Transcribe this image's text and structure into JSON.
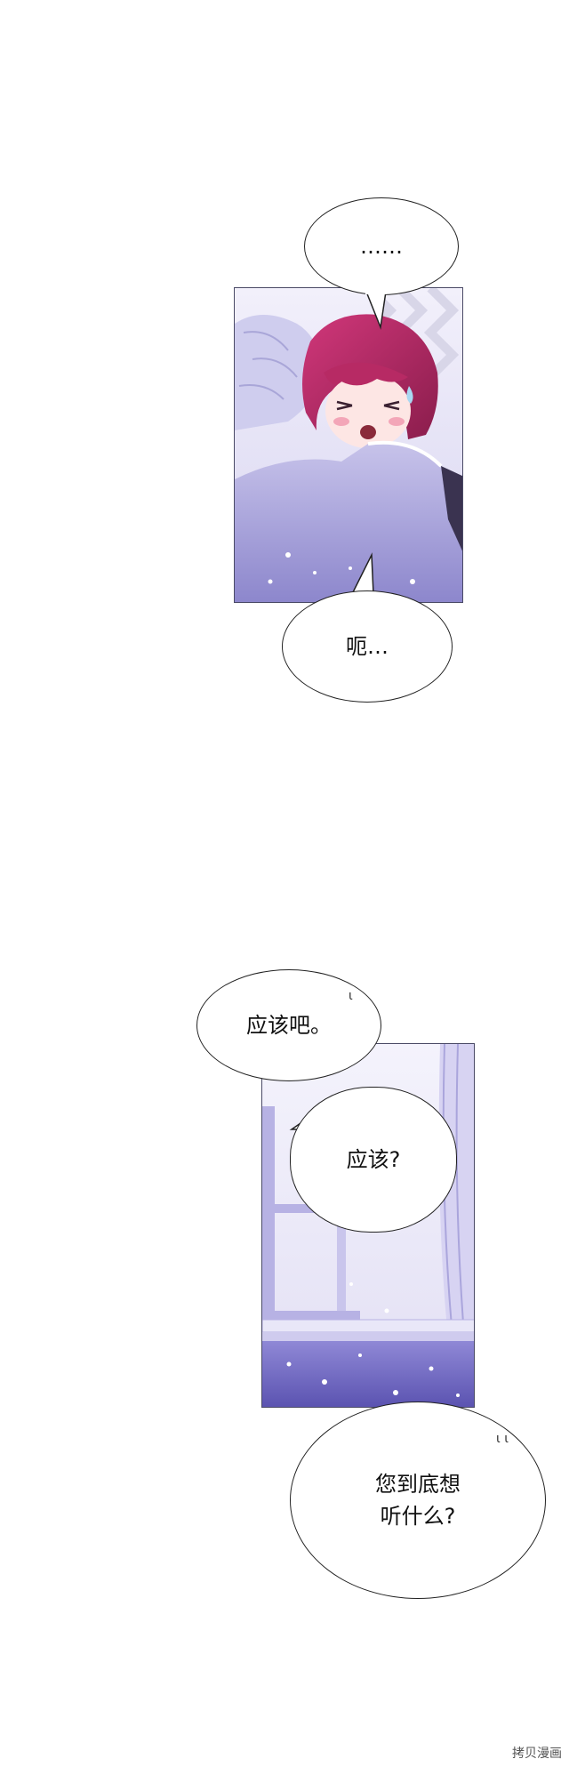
{
  "bubbles": {
    "ellipsis": "……",
    "uh": "呃…",
    "probably": "应该吧。",
    "probably_question": "应该?",
    "what_do_you_want": "您到底想\n听什么?"
  },
  "watermark": "拷贝漫画",
  "colors": {
    "hair_red": "#b0245a",
    "hair_silver": "#c9c8ec",
    "coat_lavender": "#a7a2d8",
    "window_violet": "#7068c8"
  }
}
